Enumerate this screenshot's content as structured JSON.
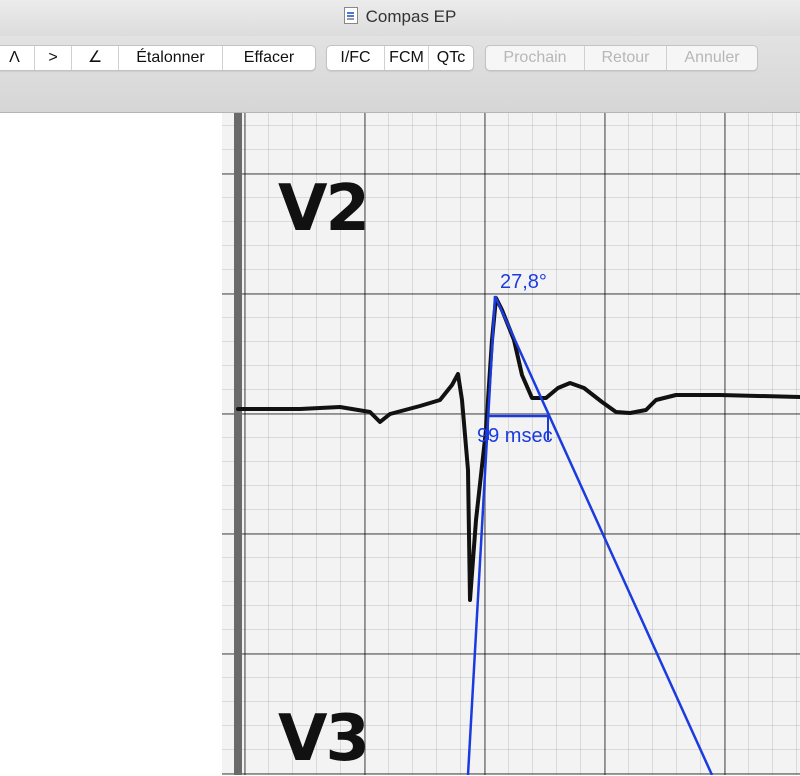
{
  "window": {
    "title": "Compas EP"
  },
  "toolbar": {
    "tools": [
      {
        "label": "Λ",
        "name": "tool-amplitude"
      },
      {
        "label": ">",
        "name": "tool-caliper-time"
      },
      {
        "label": "∠",
        "name": "tool-angle"
      },
      {
        "label": "Étalonner",
        "name": "calibrate"
      },
      {
        "label": "Effacer",
        "name": "clear"
      }
    ],
    "measurements": [
      {
        "label": "I/FC",
        "name": "interval-rate"
      },
      {
        "label": "FCM",
        "name": "mean-rate"
      },
      {
        "label": "QTc",
        "name": "qtc"
      }
    ],
    "navigation": [
      {
        "label": "Prochain",
        "name": "next"
      },
      {
        "label": "Retour",
        "name": "back"
      },
      {
        "label": "Annuler",
        "name": "cancel"
      }
    ]
  },
  "ecg": {
    "leads": [
      "V2",
      "V3"
    ],
    "angle_label": "27,8°",
    "interval_label": "99 msec",
    "caliper_color": "#1a3be0"
  }
}
